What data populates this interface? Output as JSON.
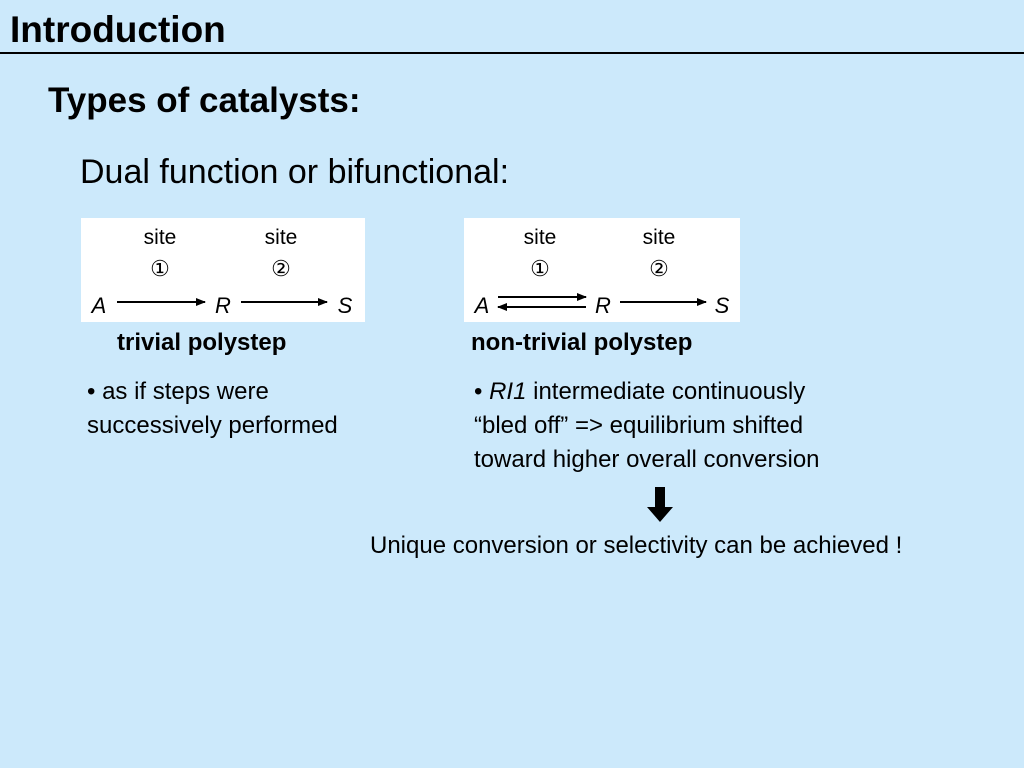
{
  "slide": {
    "title": "Introduction",
    "heading": "Types of catalysts:",
    "subheading": "Dual function or bifunctional:"
  },
  "schemes": {
    "trivial": {
      "site1_label": "site",
      "site1_number": "①",
      "site2_label": "site",
      "site2_number": "②",
      "species_a": "A",
      "species_r": "R",
      "species_s": "S",
      "caption": "trivial polystep"
    },
    "nontrivial": {
      "site1_label": "site",
      "site1_number": "①",
      "site2_label": "site",
      "site2_number": "②",
      "species_a": "A",
      "species_r": "R",
      "species_s": "S",
      "caption": "non-trivial polystep"
    }
  },
  "notes": {
    "trivial": {
      "line1": "• as if steps were",
      "line2": "successively performed"
    },
    "nontrivial": {
      "line1_prefix": "• ",
      "line1_italic": "RI1",
      "line1_rest": " intermediate continuously",
      "line2": "“bled off” => equilibrium shifted",
      "line3": "toward higher overall conversion"
    }
  },
  "conclusion": "Unique conversion or selectivity can be achieved !",
  "icons": {
    "down_arrow": "down-arrow-icon"
  },
  "colors": {
    "background": "#cce9fb",
    "scheme_background": "#ffffff",
    "text": "#000000"
  }
}
